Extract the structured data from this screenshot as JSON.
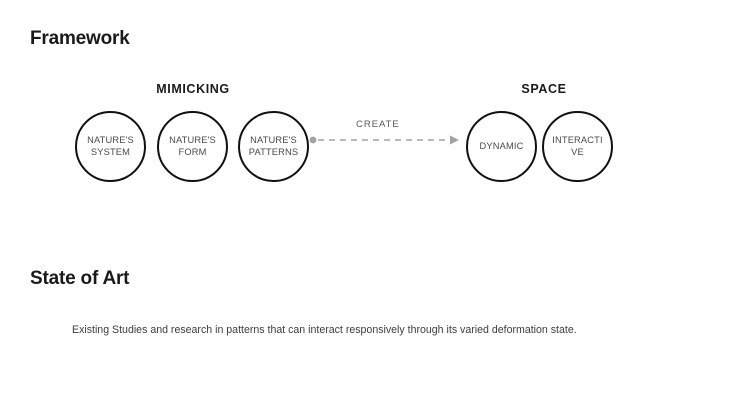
{
  "page": {
    "background_color": "#ffffff",
    "text_color": "#1a1a1a"
  },
  "sections": {
    "framework": {
      "heading": "Framework"
    },
    "state_of_art": {
      "heading": "State of Art",
      "body": "Existing Studies and research in patterns that can interact responsively through its varied deformation state."
    }
  },
  "diagram": {
    "groups": [
      {
        "id": "mimicking",
        "label": "MIMICKING"
      },
      {
        "id": "space",
        "label": "SPACE"
      }
    ],
    "nodes": [
      {
        "id": "natures-system",
        "label": "NATURE'S\nSYSTEM",
        "group": "mimicking"
      },
      {
        "id": "natures-form",
        "label": "NATURE'S\nFORM",
        "group": "mimicking"
      },
      {
        "id": "natures-patterns",
        "label": "NATURE'S\nPATTERNS",
        "group": "mimicking"
      },
      {
        "id": "dynamic",
        "label": "DYNAMIC",
        "group": "space"
      },
      {
        "id": "interactive",
        "label": "INTERACTI\nVE",
        "group": "space"
      }
    ],
    "connector": {
      "label": "CREATE",
      "style": "dashed",
      "color": "#9a9a9a",
      "from": "natures-patterns",
      "to": "dynamic",
      "start_marker": "dot",
      "end_marker": "arrow"
    },
    "node_stroke_color": "#101010",
    "node_label_color": "#4a4a4a"
  }
}
